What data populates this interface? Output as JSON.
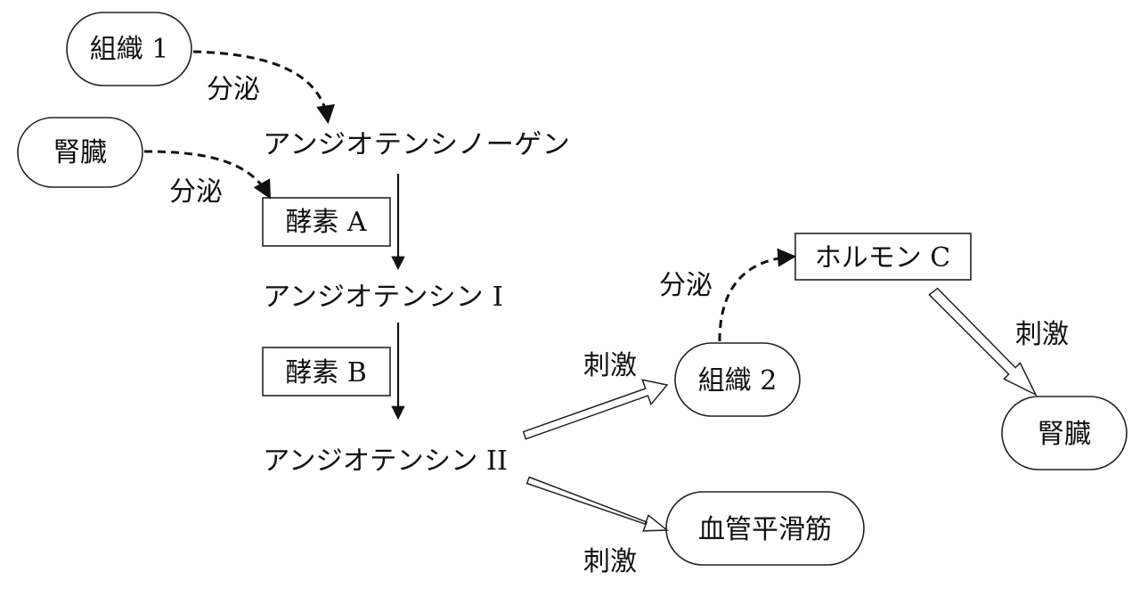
{
  "nodes": {
    "tissue1": "組織 1",
    "kidney_top": "腎臓",
    "angiotensinogen": "アンジオテンシノーゲン",
    "enzyme_a": "酵素 A",
    "angiotensin1": "アンジオテンシン I",
    "enzyme_b": "酵素 B",
    "angiotensin2": "アンジオテンシン II",
    "tissue2": "組織 2",
    "hormone_c": "ホルモン C",
    "kidney_right": "腎臓",
    "vascular_smooth_muscle": "血管平滑筋"
  },
  "edge_labels": {
    "secretion_tissue1": "分泌",
    "secretion_kidney": "分泌",
    "secretion_tissue2": "分泌",
    "stimulus_tissue2": "刺激",
    "stimulus_muscle": "刺激",
    "stimulus_kidney": "刺激"
  }
}
